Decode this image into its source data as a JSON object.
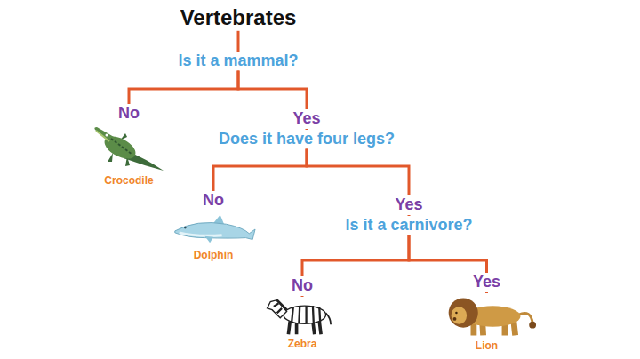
{
  "diagram": {
    "nodes": [
      {
        "text": [
          "Vertebrates"
        ]
      },
      {
        "text": [
          "Is it a mammal?"
        ]
      },
      {
        "text": [
          "Crocodile"
        ]
      },
      {
        "text": [
          "Does it have four legs?"
        ]
      },
      {
        "text": [
          "Dolphin"
        ]
      },
      {
        "text": [
          "Is it a carnivore?"
        ]
      },
      {
        "text": [
          "Zebra"
        ]
      },
      {
        "text": [
          "Lion"
        ]
      }
    ],
    "edges": [
      {
        "from": 0,
        "to": 1,
        "arrow": "none"
      },
      {
        "from": 1,
        "to": 2,
        "label": "No",
        "arrow": "none"
      },
      {
        "from": 1,
        "to": 3,
        "label": "Yes",
        "arrow": "none"
      },
      {
        "from": 3,
        "to": 4,
        "label": "No",
        "arrow": "none"
      },
      {
        "from": 3,
        "to": 5,
        "label": "Yes",
        "arrow": "none"
      },
      {
        "from": 5,
        "to": 6,
        "label": "No",
        "arrow": "none"
      },
      {
        "from": 5,
        "to": 7,
        "label": "Yes",
        "arrow": "none"
      }
    ]
  }
}
